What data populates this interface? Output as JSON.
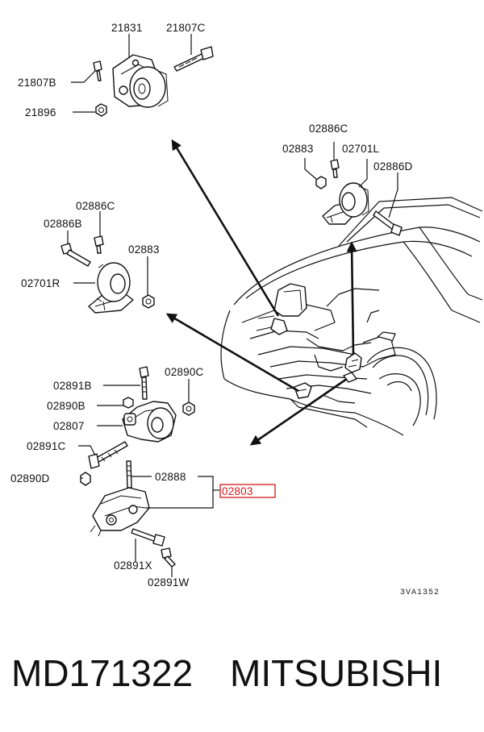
{
  "labels": {
    "l21831": "21831",
    "l21807C": "21807C",
    "l21807B": "21807B",
    "l21896": "21896",
    "l02886C_r": "02886C",
    "l02883_r": "02883",
    "l02701L": "02701L",
    "l02886D": "02886D",
    "l02886C_l": "02886C",
    "l02886B": "02886B",
    "l02883_l": "02883",
    "l02701R": "02701R",
    "l02891B": "02891B",
    "l02890C": "02890C",
    "l02890B": "02890B",
    "l02807": "02807",
    "l02891C": "02891C",
    "l02890D": "02890D",
    "l02888": "02888",
    "l02803": "02803",
    "l02891X": "02891X",
    "l02891W": "02891W"
  },
  "diagram_code": "3VA1352",
  "footer": {
    "part_number": "MD171322",
    "brand": "MITSUBISHI"
  },
  "colors": {
    "highlight": "#d11a1a",
    "ink": "#111111"
  }
}
